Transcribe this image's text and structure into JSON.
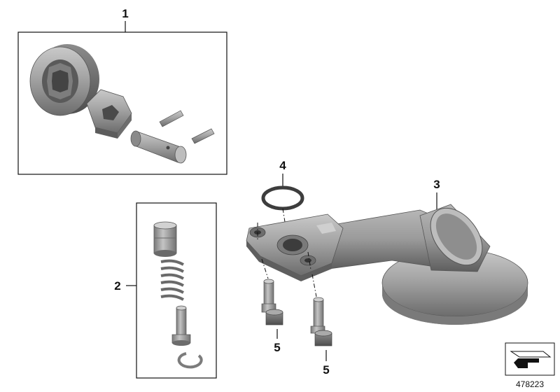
{
  "diagram": {
    "callouts": {
      "c1": "1",
      "c2": "2",
      "c3": "3",
      "c4": "4",
      "c5a": "5",
      "c5b": "5"
    },
    "reference_number": "478223",
    "icon": "diagram-orientation-arrow-icon"
  }
}
